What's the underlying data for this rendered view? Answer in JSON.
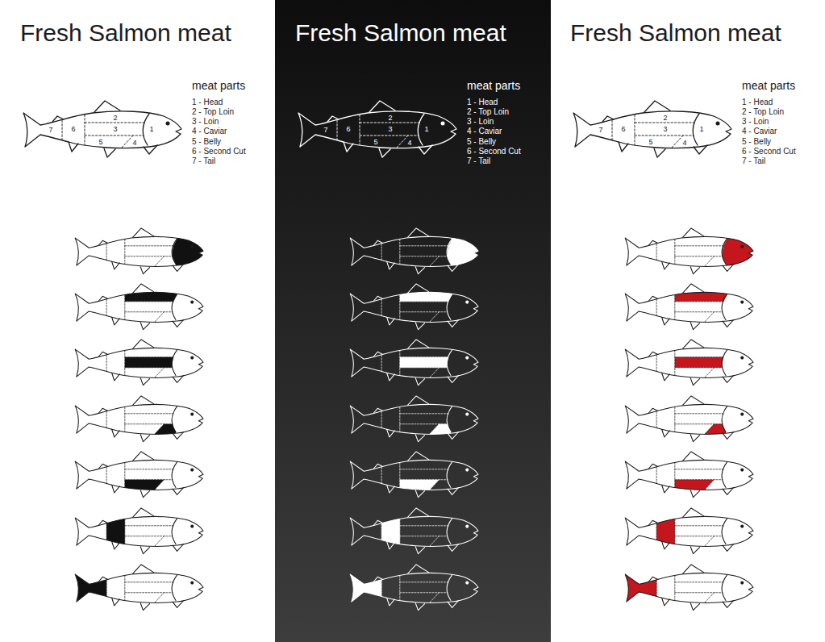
{
  "diagram": {
    "nodes": [
      {
        "text": [
          "Fresh Salmon meat"
        ]
      },
      {
        "text": [
          "Fresh Salmon meat"
        ]
      },
      {
        "text": [
          "Fresh Salmon meat"
        ]
      }
    ],
    "labels": [
      "meat parts",
      "1 - Head",
      "2 - Top Loin",
      "3 - Loin",
      "4 - Caviar",
      "5 - Belly",
      "6 - Second Cut",
      "7 - Tail",
      "1",
      "2",
      "3",
      "4",
      "5",
      "6",
      "7",
      "meat parts",
      "1 - Head",
      "2 - Top Loin",
      "3 - Loin",
      "4 - Caviar",
      "5 - Belly",
      "6 - Second Cut",
      "7 - Tail",
      "1",
      "2",
      "3",
      "4",
      "5",
      "6",
      "7",
      "meat parts",
      "1 - Head",
      "2 - Top Loin",
      "3 - Loin",
      "4 - Caviar",
      "5 - Belly",
      "6 - Second Cut",
      "7 - Tail",
      "1",
      "2",
      "3",
      "4",
      "5",
      "6",
      "7"
    ]
  }
}
